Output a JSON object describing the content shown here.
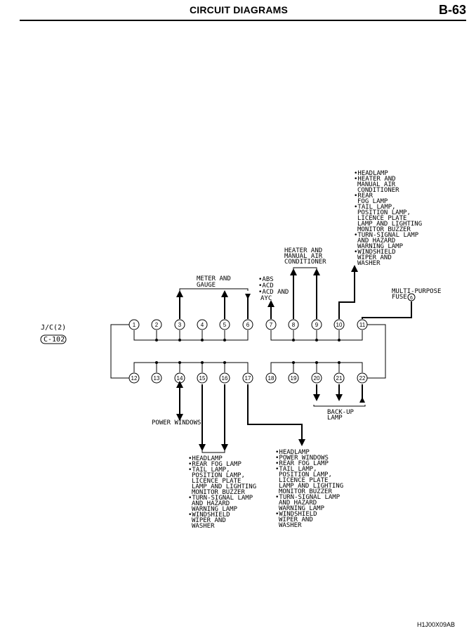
{
  "header": {
    "title": "CIRCUIT DIAGRAMS",
    "page": "B-63"
  },
  "connector": {
    "name": "J/C(2)",
    "code": "C-102"
  },
  "pins_top": [
    "1",
    "2",
    "3",
    "4",
    "5",
    "6",
    "7",
    "8",
    "9",
    "10",
    "11"
  ],
  "pins_bottom": [
    "12",
    "13",
    "14",
    "15",
    "16",
    "17",
    "18",
    "19",
    "20",
    "21",
    "22"
  ],
  "labels": {
    "meter_and_gauge": [
      "METER AND",
      "GAUGE"
    ],
    "abs_acd_ayc": [
      "•ABS",
      "•ACD",
      "•ACD AND",
      "AYC"
    ],
    "heater_ac": [
      "HEATER AND",
      "MANUAL AIR",
      "CONDITIONER"
    ],
    "top_list": [
      "•HEADLAMP",
      "•HEATER AND",
      "MANUAL AIR",
      "CONDITIONER",
      "•REAR",
      "FOG LAMP",
      "•TAIL LAMP,",
      "POSITION LAMP,",
      "LICENCE PLATE",
      "LAMP AND LIGHTING",
      "MONITOR BUZZER",
      "•TURN-SIGNAL LAMP",
      "AND HAZARD",
      "WARNING LAMP",
      "•WINDSHIELD",
      "WIPER AND",
      "WASHER"
    ],
    "multi_fuse": [
      "MULTI-PURPOSE",
      "FUSE"
    ],
    "fuse_no": "6",
    "power_windows": "POWER WINDOWS",
    "back_up_lamp": [
      "BACK-UP",
      "LAMP"
    ],
    "bottom_left_list": [
      "•HEADLAMP",
      "•REAR FOG LAMP",
      "•TAIL LAMP,",
      "POSITION LAMP,",
      "LICENCE PLATE",
      "LAMP AND LIGHTING",
      "MONITOR BUZZER",
      "•TURN-SIGNAL LAMP",
      "AND HAZARD",
      "WARNING LAMP",
      "•WINDSHIELD",
      "WIPER AND",
      "WASHER"
    ],
    "bottom_right_list": [
      "•HEADLAMP",
      "•POWER WINDOWS",
      "•REAR FOG LAMP",
      "•TAIL LAMP,",
      "POSITION LAMP,",
      "LICENCE PLATE",
      "LAMP AND LIGHTING",
      "MONITOR BUZZER",
      "•TURN-SIGNAL LAMP",
      "AND HAZARD",
      "WARNING LAMP",
      "•WINDSHIELD",
      "WIPER AND",
      "WASHER"
    ]
  },
  "footer": {
    "code": "H1J00X09AB"
  }
}
